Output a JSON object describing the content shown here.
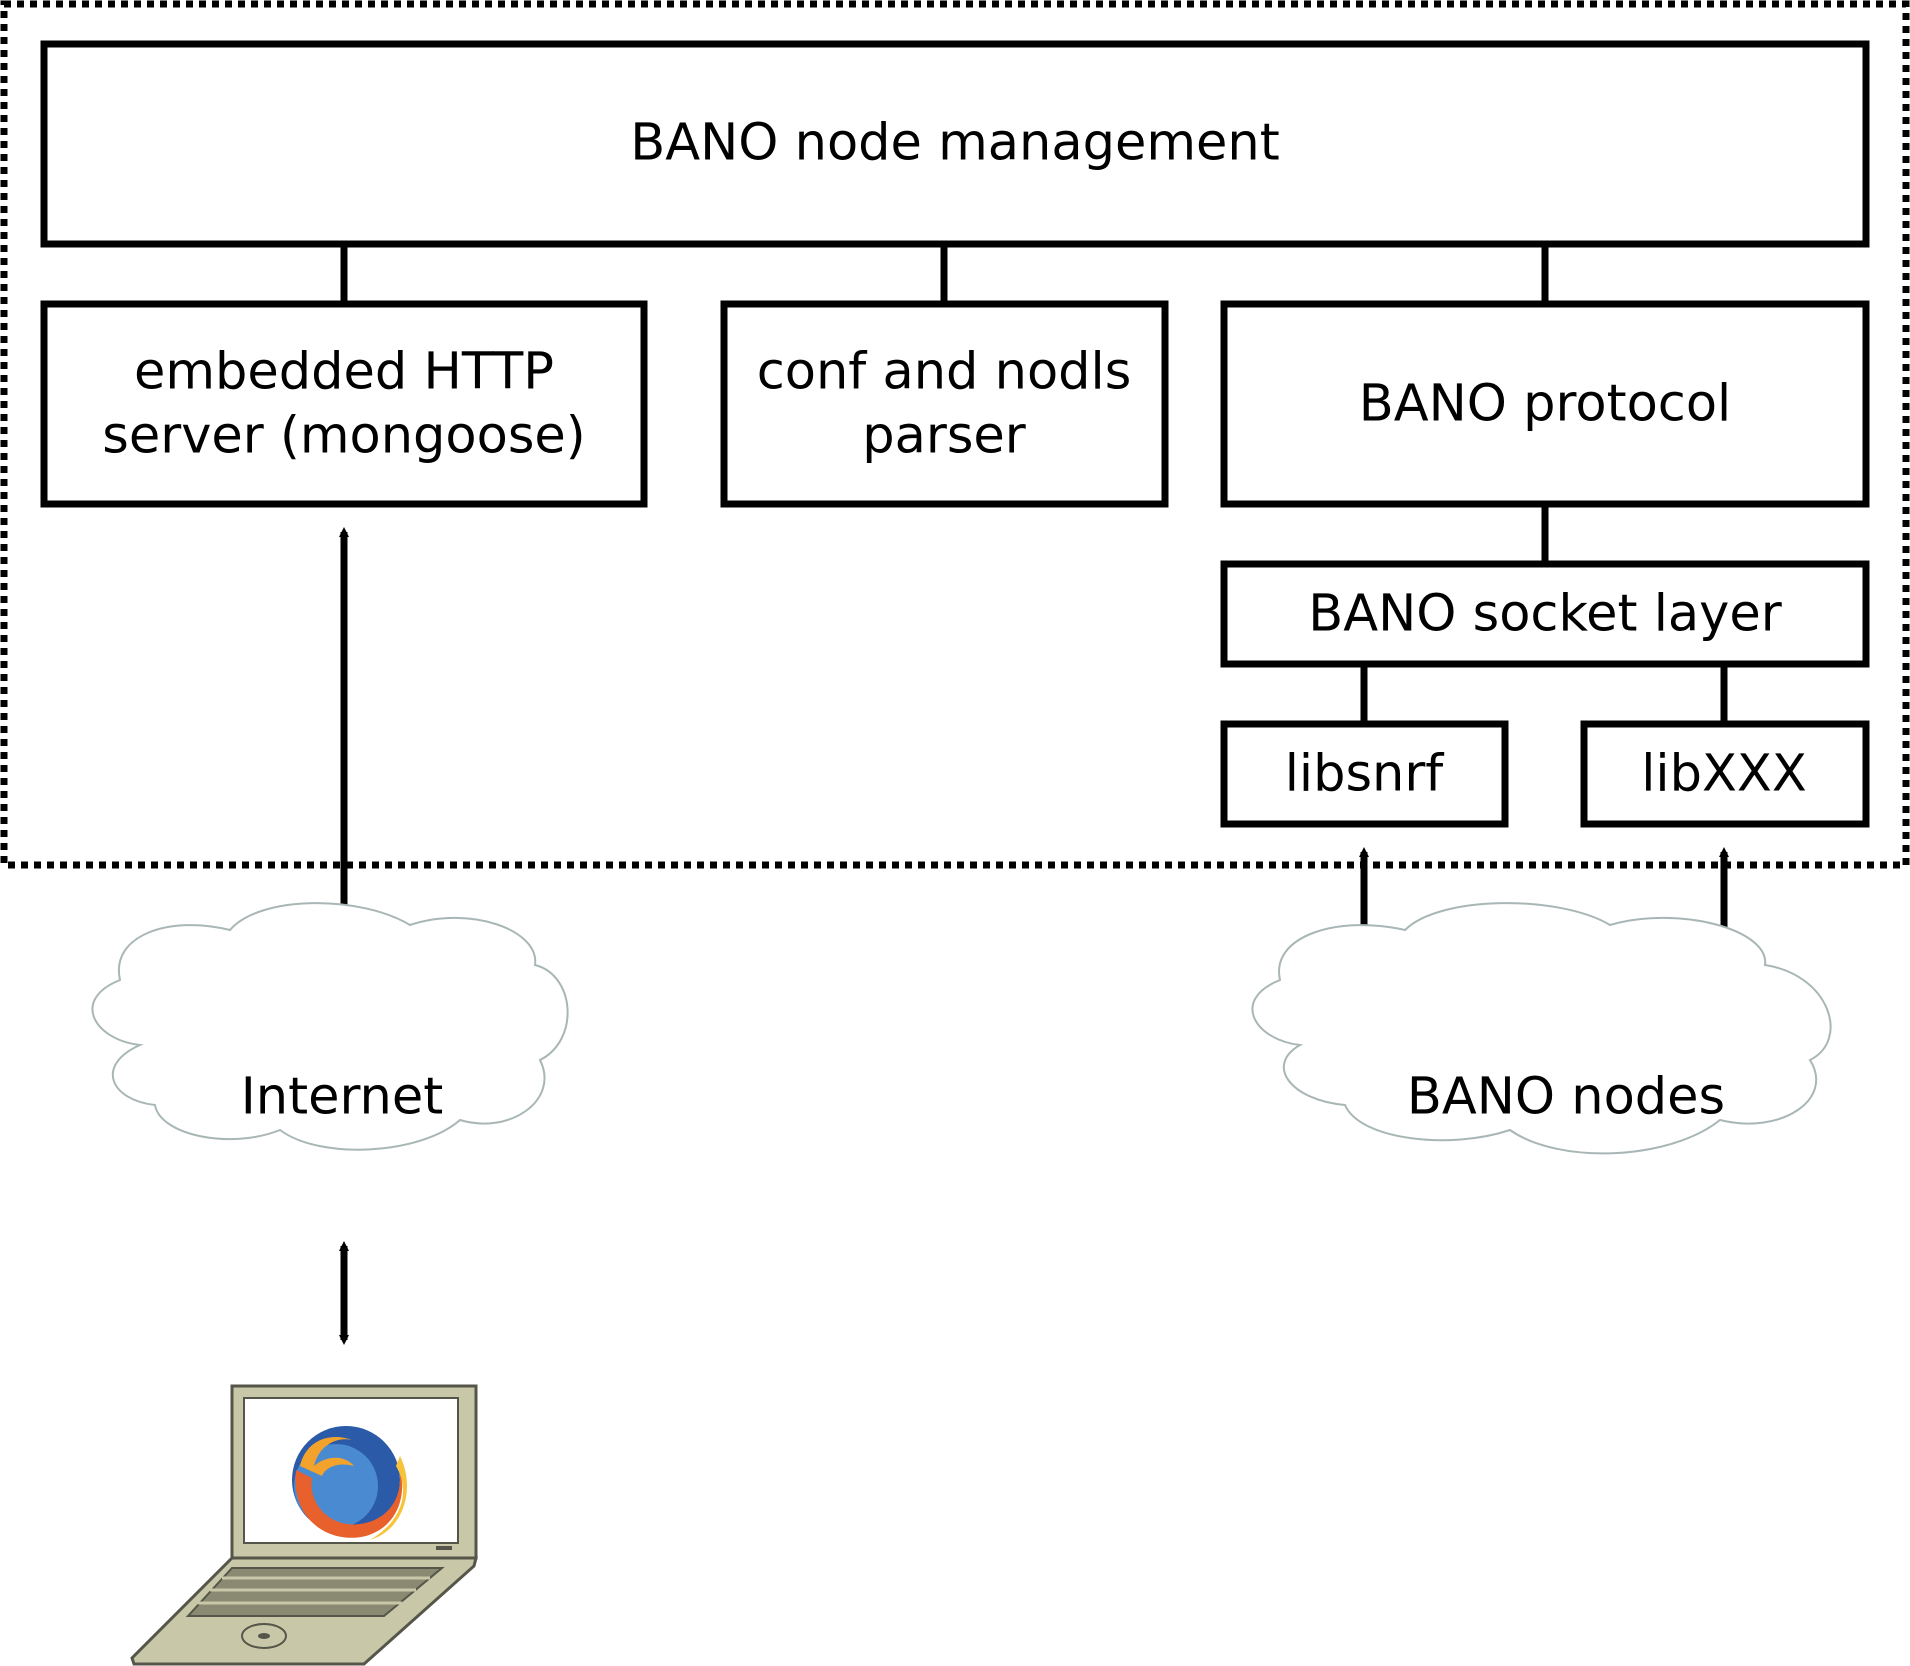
{
  "boxes": {
    "node_management": "BANO node management",
    "http_server": [
      "embedded HTTP",
      "server (mongoose)"
    ],
    "conf_parser": [
      "conf and nodls",
      "parser"
    ],
    "protocol": "BANO protocol",
    "socket_layer": "BANO socket layer",
    "libsnrf": "libsnrf",
    "libxxx": "libXXX"
  },
  "clouds": {
    "internet": "Internet",
    "bano_nodes": "BANO nodes"
  },
  "icons": {
    "client": "laptop-with-firefox-icon"
  },
  "colors": {
    "line": "#000000",
    "cloud_outline": "#a9b6b6",
    "laptop_body": "#c8c8a8",
    "laptop_outline": "#55554a",
    "firefox_orange": "#e8602c",
    "firefox_blue": "#2a5aa8"
  }
}
